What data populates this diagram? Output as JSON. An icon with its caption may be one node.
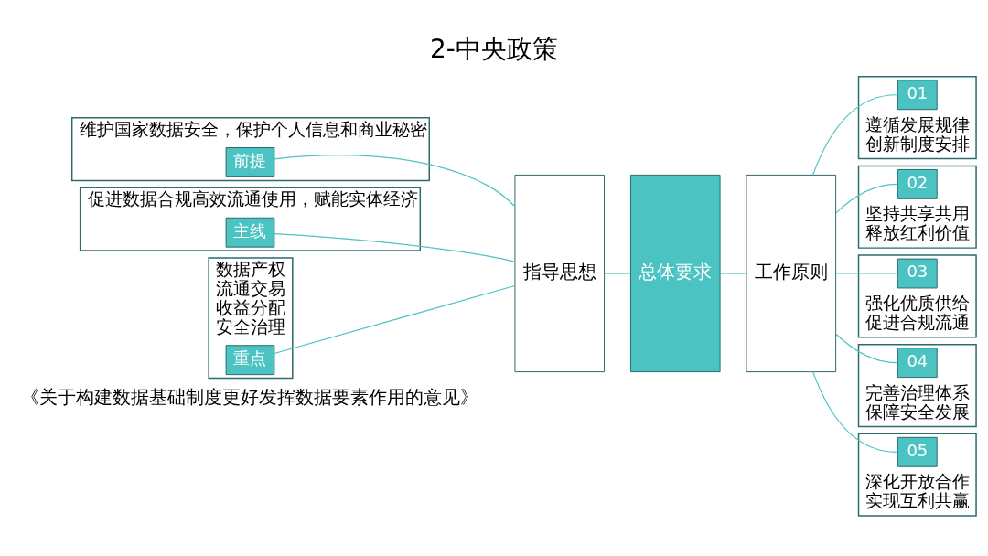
{
  "diagram": {
    "title": "2-中央政策",
    "nodes": [
      {
        "text": [
          "维护国家数据安全，保护个人信息和商业秘密"
        ]
      },
      {
        "text": [
          "前提"
        ],
        "in": 0
      },
      {
        "text": [
          "促进数据合规高效流通使用，赋能实体经济"
        ]
      },
      {
        "text": [
          "主线"
        ],
        "in": 2
      },
      {
        "text": [
          "数据产权",
          "流通交易",
          "收益分配",
          "安全治理"
        ]
      },
      {
        "text": [
          "重点"
        ],
        "in": 4
      },
      {
        "text": [
          "指导思想"
        ]
      },
      {
        "text": [
          "总体要求"
        ]
      },
      {
        "text": [
          "工作原则"
        ]
      },
      {
        "text": [
          "遵循发展规律",
          "创新制度安排"
        ]
      },
      {
        "text": [
          "01"
        ],
        "in": 9
      },
      {
        "text": [
          "坚持共享共用",
          "释放红利价值"
        ]
      },
      {
        "text": [
          "02"
        ],
        "in": 11
      },
      {
        "text": [
          "强化优质供给",
          "促进合规流通"
        ]
      },
      {
        "text": [
          "03"
        ],
        "in": 13
      },
      {
        "text": [
          "完善治理体系",
          "保障安全发展"
        ]
      },
      {
        "text": [
          "04"
        ],
        "in": 15
      },
      {
        "text": [
          "深化开放合作",
          "实现互利共赢"
        ]
      },
      {
        "text": [
          "05"
        ],
        "in": 17
      }
    ],
    "edges": [
      {
        "from": 1,
        "to": 6,
        "arrow": "none"
      },
      {
        "from": 3,
        "to": 6,
        "arrow": "none"
      },
      {
        "from": 5,
        "to": 6,
        "arrow": "none"
      },
      {
        "from": 6,
        "to": 7,
        "arrow": "none"
      },
      {
        "from": 7,
        "to": 8,
        "arrow": "none"
      },
      {
        "from": 8,
        "to": 10,
        "arrow": "none"
      },
      {
        "from": 8,
        "to": 12,
        "arrow": "none"
      },
      {
        "from": 8,
        "to": 14,
        "arrow": "none"
      },
      {
        "from": 8,
        "to": 16,
        "arrow": "none"
      },
      {
        "from": 8,
        "to": 18,
        "arrow": "none"
      }
    ],
    "labels": [
      "《关于构建数据基础制度更好发挥数据要素作用的意见》"
    ]
  }
}
